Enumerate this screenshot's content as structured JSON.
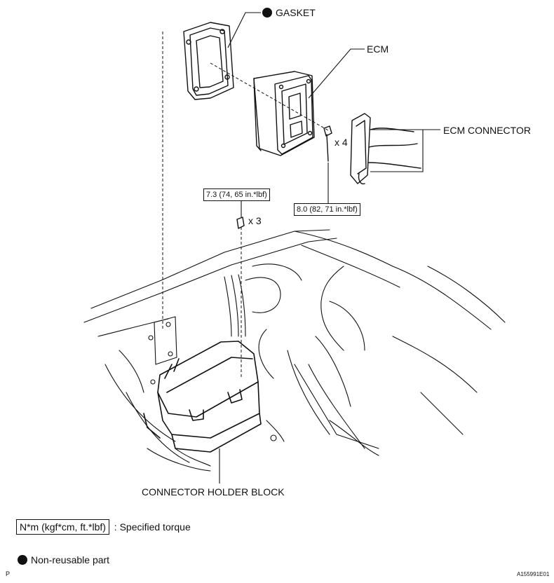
{
  "labels": {
    "gasket": "GASKET",
    "ecm": "ECM",
    "ecm_connector": "ECM CONNECTOR",
    "connector_holder_block": "CONNECTOR HOLDER BLOCK",
    "qty_ecm_bolts": "x 4",
    "qty_holder_bolts": "x 3"
  },
  "torque": {
    "holder_bolts": "7.3 (74, 65 in.*lbf)",
    "ecm_bolts": "8.0 (82, 71 in.*lbf)"
  },
  "legend": {
    "torque_unit": "N*m (kgf*cm, ft.*lbf)",
    "torque_desc": ": Specified torque",
    "non_reusable": "Non-reusable part"
  },
  "footer": {
    "left_code": "P",
    "figure_id": "A155991E01"
  }
}
